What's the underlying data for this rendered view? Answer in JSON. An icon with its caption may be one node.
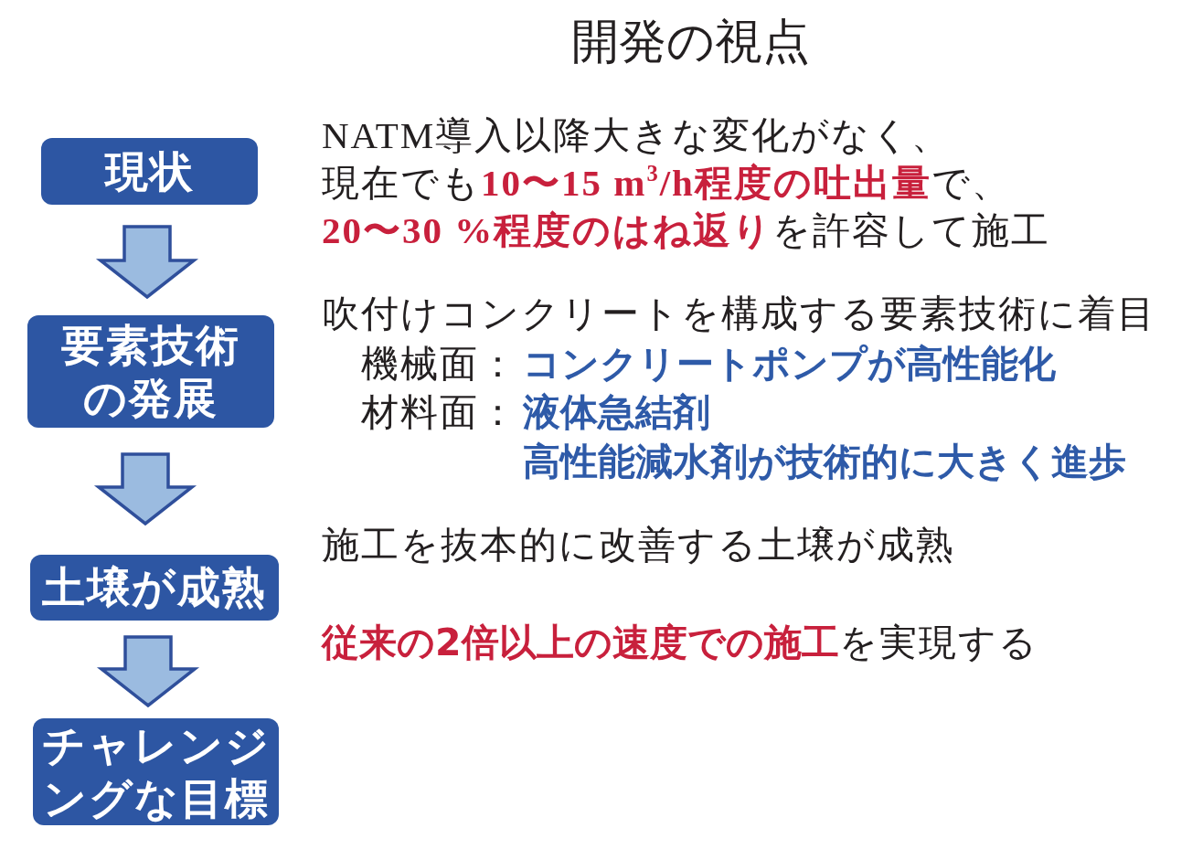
{
  "diagram": {
    "title": "開発の視点",
    "nodes": [
      {
        "text": [
          "現状"
        ]
      },
      {
        "text": [
          "要素技術の発展"
        ]
      },
      {
        "text": [
          "土壌が成熟"
        ]
      },
      {
        "text": [
          "チャレンジングな目標"
        ]
      }
    ],
    "edges": [
      {
        "from": 0,
        "to": 1,
        "arrow": "to"
      },
      {
        "from": 1,
        "to": 2,
        "arrow": "to"
      },
      {
        "from": 2,
        "to": 3,
        "arrow": "to"
      }
    ],
    "labels": [
      "NATM導入以降大きな変化がなく、現在でも**10〜15 m$^{3}$/h程度の吐出量**で、**20〜30 %程度のはね返り**を許容して施工",
      "吹付けコンクリートを構成する要素技術に着目",
      "機械面：",
      "コンクリートポンプが高性能化",
      "材料面：",
      "液体急結剤",
      "高性能減水剤が技術的に大きく進歩",
      "施工を抜本的に改善する土壌が成熟",
      "**従来の2倍以上の速度での施工**を実現する"
    ]
  }
}
